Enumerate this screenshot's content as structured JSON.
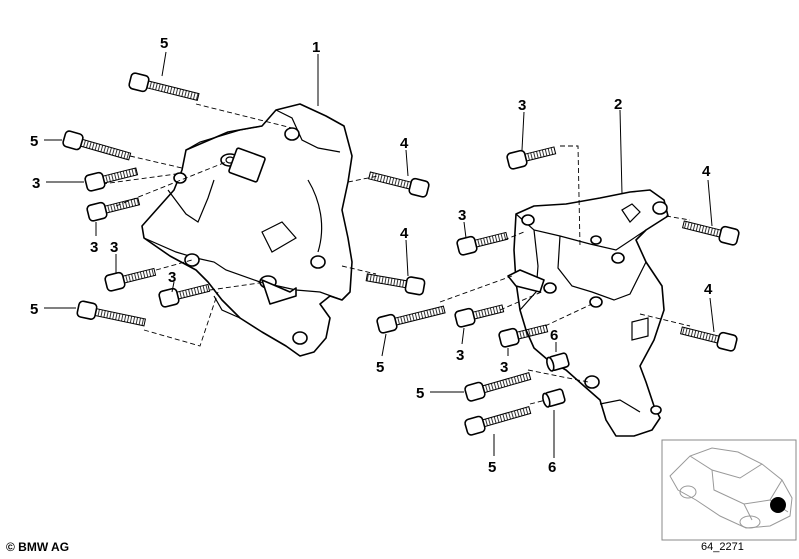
{
  "callouts": {
    "c1": "1",
    "c2": "2",
    "c3a": "3",
    "c3b": "3",
    "c3c": "3",
    "c3d": "3",
    "c3e": "3",
    "c3f": "3",
    "c3g": "3",
    "c3h": "3",
    "c4a": "4",
    "c4b": "4",
    "c4c": "4",
    "c4d": "4",
    "c5a": "5",
    "c5b": "5",
    "c5c": "5",
    "c5d": "5",
    "c5e": "5",
    "c5f": "5",
    "c6a": "6",
    "c6b": "6"
  },
  "footer": {
    "copyright": "© BMW AG",
    "diagram_code": "64_2271"
  }
}
